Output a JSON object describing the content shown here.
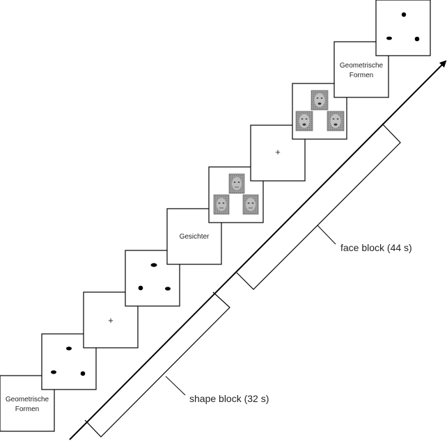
{
  "frames": {
    "f1": {
      "line1": "Geometrische",
      "line2": "Formen"
    },
    "f3": {
      "fixation": "+"
    },
    "f5": {
      "label": "Gesichter"
    },
    "f7": {
      "fixation": "+"
    },
    "f9": {
      "line1": "Geometrische",
      "line2": "Formen"
    }
  },
  "blocks": {
    "shape": {
      "label": "shape block (32 s)"
    },
    "face": {
      "label": "face block (44 s)"
    }
  }
}
